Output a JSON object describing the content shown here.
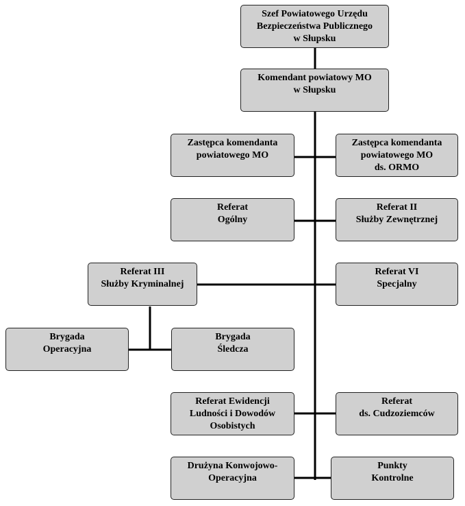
{
  "colors": {
    "box_fill": "#d0d0d0",
    "box_border": "#222222",
    "line": "#000000"
  },
  "boxes": {
    "szef": [
      "Szef Powiatowego Urzędu",
      "Bezpieczeństwa Publicznego",
      "w Słupsku"
    ],
    "komendant": [
      "Komendant powiatowy MO",
      "w Słupsku"
    ],
    "zastepca": [
      "Zastępca komendanta",
      "powiatowego MO"
    ],
    "zastepca_ormo": [
      "Zastępca komendanta",
      "powiatowego MO",
      "ds. ORMO"
    ],
    "ogolny": [
      "Referat",
      "Ogólny"
    ],
    "ref2": [
      "Referat II",
      "Służby Zewnętrznej"
    ],
    "ref3": [
      "Referat III",
      "Służby Kryminalnej"
    ],
    "ref6": [
      "Referat VI",
      "Specjalny"
    ],
    "bryg_op": [
      "Brygada",
      "Operacyjna"
    ],
    "bryg_sl": [
      "Brygada",
      "Śledcza"
    ],
    "ewidencja": [
      "Referat Ewidencji",
      "Ludności i Dowodów",
      "Osobistych"
    ],
    "cudzoz": [
      "Referat",
      "ds. Cudzoziemców"
    ],
    "druzyna": [
      "Drużyna Konwojowo-",
      "Operacyjna"
    ],
    "punkty": [
      "Punkty",
      "Kontrolne"
    ]
  }
}
